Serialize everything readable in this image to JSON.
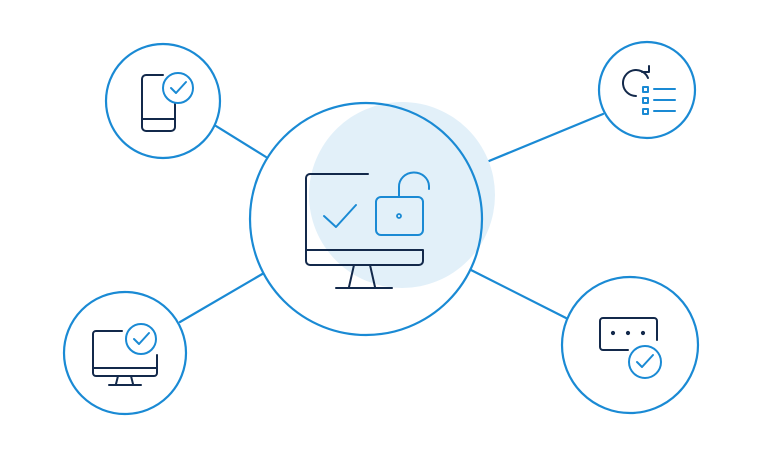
{
  "colors": {
    "accent": "#1a8ad4",
    "dark": "#13294b",
    "highlight": "#e2f0f9",
    "background": "#ffffff"
  },
  "nodes": [
    {
      "id": "center",
      "icon": "monitor-unlocked-check-icon"
    },
    {
      "id": "top-left",
      "icon": "mobile-check-icon"
    },
    {
      "id": "top-right",
      "icon": "refresh-checklist-icon"
    },
    {
      "id": "bottom-left",
      "icon": "desktop-check-icon"
    },
    {
      "id": "bottom-right",
      "icon": "password-check-icon"
    }
  ]
}
